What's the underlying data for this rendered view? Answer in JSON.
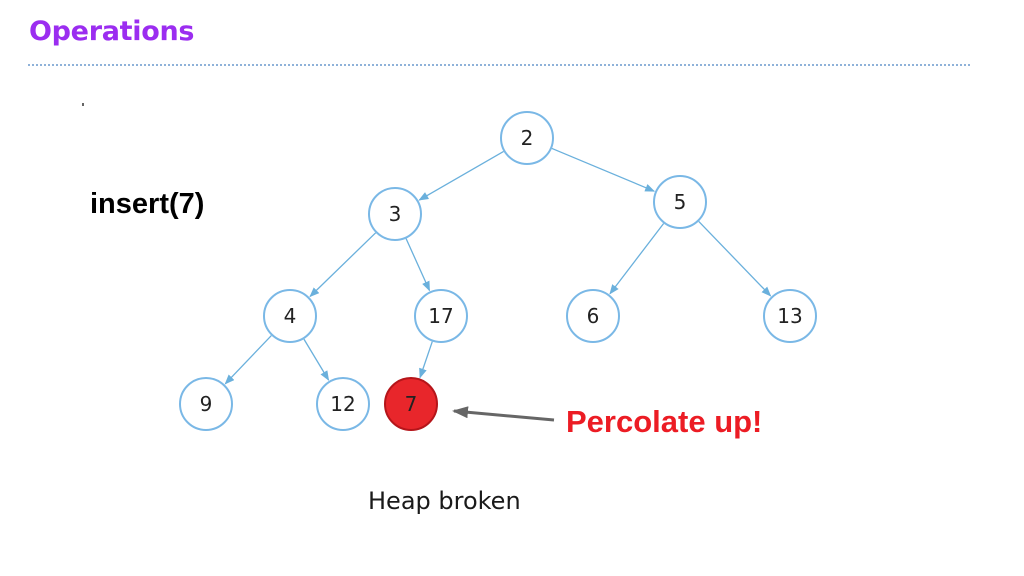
{
  "header": {
    "title": "Operations"
  },
  "operation": {
    "label": "insert(7)"
  },
  "annotation": {
    "text": "Percolate up!"
  },
  "caption": {
    "text": "Heap broken"
  },
  "colors": {
    "title": "#9b2df0",
    "node_border": "#7ab8e6",
    "edge": "#6ab0dc",
    "highlight_fill": "#e8262b",
    "highlight_border": "#b5151a",
    "annotation": "#ec1c24",
    "pointer_arrow": "#666666"
  },
  "heap": {
    "nodes": [
      {
        "id": "n2",
        "label": "2"
      },
      {
        "id": "n3",
        "label": "3"
      },
      {
        "id": "n5",
        "label": "5"
      },
      {
        "id": "n4",
        "label": "4"
      },
      {
        "id": "n17",
        "label": "17"
      },
      {
        "id": "n6",
        "label": "6"
      },
      {
        "id": "n13",
        "label": "13"
      },
      {
        "id": "n9",
        "label": "9"
      },
      {
        "id": "n12",
        "label": "12"
      },
      {
        "id": "n7",
        "label": "7",
        "highlighted": true
      }
    ],
    "edges": [
      {
        "from": "n2",
        "to": "n3"
      },
      {
        "from": "n2",
        "to": "n5"
      },
      {
        "from": "n3",
        "to": "n4"
      },
      {
        "from": "n3",
        "to": "n17"
      },
      {
        "from": "n5",
        "to": "n6"
      },
      {
        "from": "n5",
        "to": "n13"
      },
      {
        "from": "n4",
        "to": "n9"
      },
      {
        "from": "n4",
        "to": "n12"
      },
      {
        "from": "n17",
        "to": "n7"
      }
    ],
    "pointer": {
      "to": "n7"
    }
  }
}
